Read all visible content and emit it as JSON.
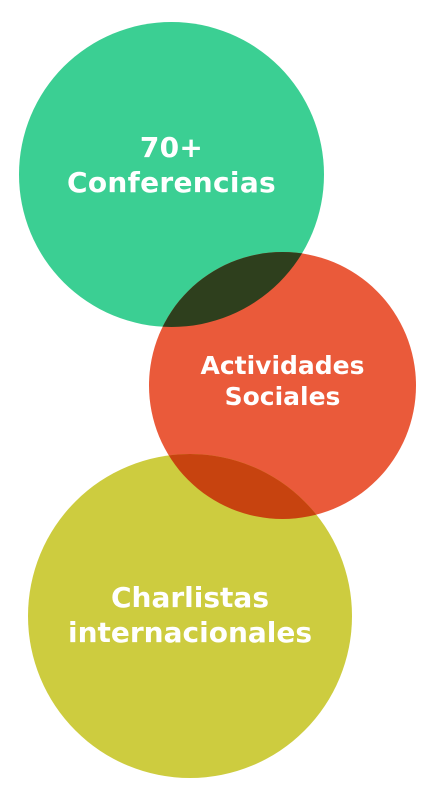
{
  "circles": [
    {
      "line1": "70+",
      "line2": "Conferencias",
      "color": "#3bcf93"
    },
    {
      "line1": "Actividades",
      "line2": "Sociales",
      "color": "#ea5a3a"
    },
    {
      "line1": "Charlistas",
      "line2": "internacionales",
      "color": "#cdcc3f"
    }
  ]
}
